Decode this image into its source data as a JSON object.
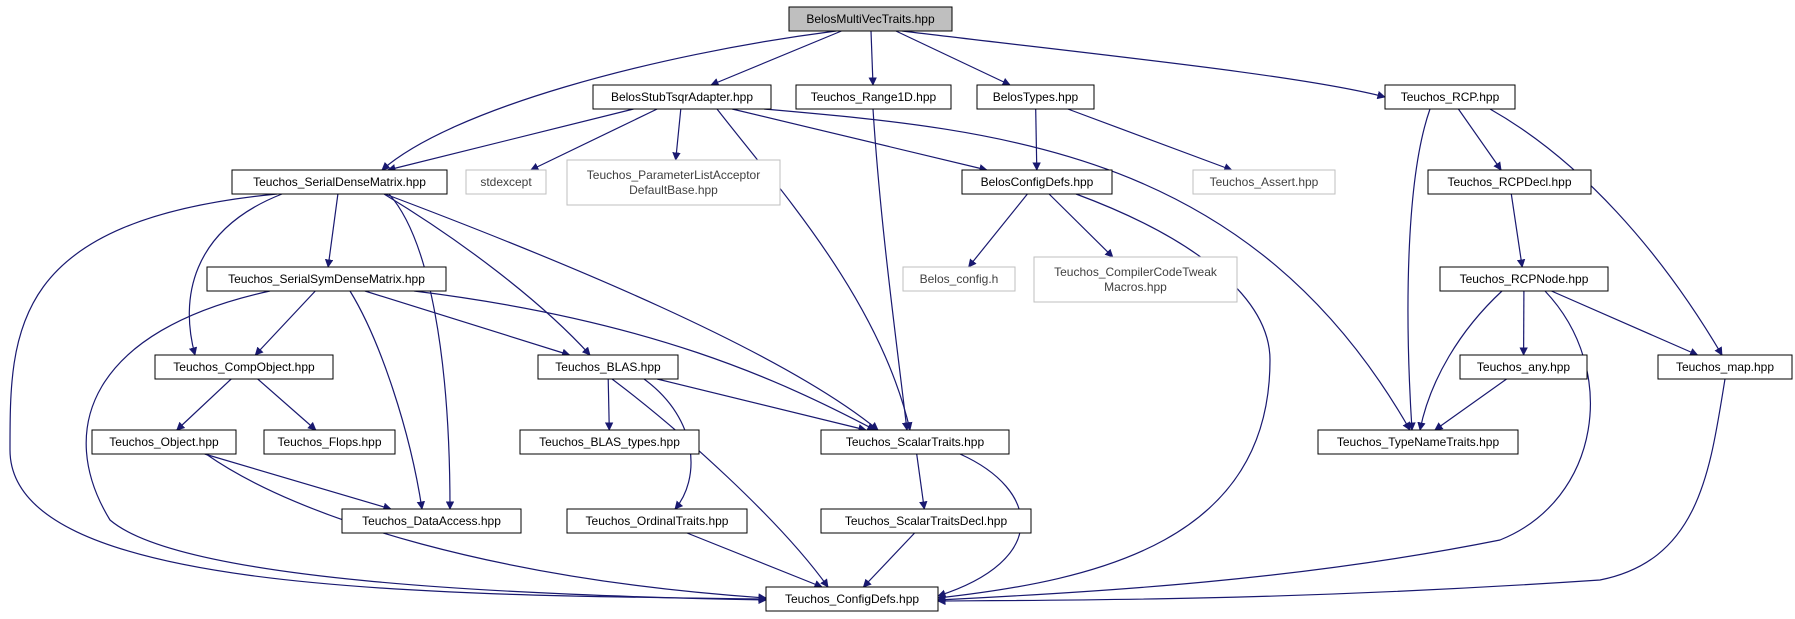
{
  "colors": {
    "edge": "#191970",
    "border_solid": "#000000",
    "border_external": "#bfbfbf",
    "text_solid": "#000000",
    "text_external": "#404040",
    "root_fill": "#bfbfbf",
    "node_fill": "#ffffff"
  },
  "graph": {
    "root": "n0",
    "nodes": [
      {
        "id": "n0",
        "lines": [
          "BelosMultiVecTraits.hpp"
        ],
        "kind": "root"
      },
      {
        "id": "n1",
        "lines": [
          "BelosStubTsqrAdapter.hpp"
        ],
        "kind": "solid"
      },
      {
        "id": "n2",
        "lines": [
          "Teuchos_Range1D.hpp"
        ],
        "kind": "solid"
      },
      {
        "id": "n3",
        "lines": [
          "BelosTypes.hpp"
        ],
        "kind": "solid"
      },
      {
        "id": "n4",
        "lines": [
          "Teuchos_RCP.hpp"
        ],
        "kind": "solid"
      },
      {
        "id": "n5",
        "lines": [
          "Teuchos_SerialDenseMatrix.hpp"
        ],
        "kind": "solid"
      },
      {
        "id": "n6",
        "lines": [
          "stdexcept"
        ],
        "kind": "external"
      },
      {
        "id": "n7",
        "lines": [
          "Teuchos_ParameterListAcceptor",
          "DefaultBase.hpp"
        ],
        "kind": "external"
      },
      {
        "id": "n8",
        "lines": [
          "BelosConfigDefs.hpp"
        ],
        "kind": "solid"
      },
      {
        "id": "n9",
        "lines": [
          "Teuchos_Assert.hpp"
        ],
        "kind": "external"
      },
      {
        "id": "n10",
        "lines": [
          "Teuchos_RCPDecl.hpp"
        ],
        "kind": "solid"
      },
      {
        "id": "n11",
        "lines": [
          "Teuchos_SerialSymDenseMatrix.hpp"
        ],
        "kind": "solid"
      },
      {
        "id": "n12",
        "lines": [
          "Belos_config.h"
        ],
        "kind": "external"
      },
      {
        "id": "n13",
        "lines": [
          "Teuchos_CompilerCodeTweak",
          "Macros.hpp"
        ],
        "kind": "external"
      },
      {
        "id": "n14",
        "lines": [
          "Teuchos_RCPNode.hpp"
        ],
        "kind": "solid"
      },
      {
        "id": "n15",
        "lines": [
          "Teuchos_CompObject.hpp"
        ],
        "kind": "solid"
      },
      {
        "id": "n16",
        "lines": [
          "Teuchos_BLAS.hpp"
        ],
        "kind": "solid"
      },
      {
        "id": "n17",
        "lines": [
          "Teuchos_any.hpp"
        ],
        "kind": "solid"
      },
      {
        "id": "n18",
        "lines": [
          "Teuchos_map.hpp"
        ],
        "kind": "solid"
      },
      {
        "id": "n19",
        "lines": [
          "Teuchos_Object.hpp"
        ],
        "kind": "solid"
      },
      {
        "id": "n20",
        "lines": [
          "Teuchos_Flops.hpp"
        ],
        "kind": "solid"
      },
      {
        "id": "n21",
        "lines": [
          "Teuchos_BLAS_types.hpp"
        ],
        "kind": "solid"
      },
      {
        "id": "n22",
        "lines": [
          "Teuchos_ScalarTraits.hpp"
        ],
        "kind": "solid"
      },
      {
        "id": "n23",
        "lines": [
          "Teuchos_TypeNameTraits.hpp"
        ],
        "kind": "solid"
      },
      {
        "id": "n24",
        "lines": [
          "Teuchos_DataAccess.hpp"
        ],
        "kind": "solid"
      },
      {
        "id": "n25",
        "lines": [
          "Teuchos_OrdinalTraits.hpp"
        ],
        "kind": "solid"
      },
      {
        "id": "n26",
        "lines": [
          "Teuchos_ScalarTraitsDecl.hpp"
        ],
        "kind": "solid"
      },
      {
        "id": "n27",
        "lines": [
          "Teuchos_ConfigDefs.hpp"
        ],
        "kind": "solid"
      }
    ],
    "edges": [
      [
        "n0",
        "n5"
      ],
      [
        "n0",
        "n1"
      ],
      [
        "n0",
        "n2"
      ],
      [
        "n0",
        "n3"
      ],
      [
        "n0",
        "n4"
      ],
      [
        "n1",
        "n5"
      ],
      [
        "n1",
        "n6"
      ],
      [
        "n1",
        "n7"
      ],
      [
        "n1",
        "n8"
      ],
      [
        "n1",
        "n22"
      ],
      [
        "n1",
        "n23"
      ],
      [
        "n2",
        "n22"
      ],
      [
        "n3",
        "n8"
      ],
      [
        "n3",
        "n9"
      ],
      [
        "n4",
        "n10"
      ],
      [
        "n4",
        "n23"
      ],
      [
        "n4",
        "n18"
      ],
      [
        "n5",
        "n27"
      ],
      [
        "n5",
        "n15"
      ],
      [
        "n5",
        "n11"
      ],
      [
        "n5",
        "n16"
      ],
      [
        "n5",
        "n24"
      ],
      [
        "n5",
        "n22"
      ],
      [
        "n8",
        "n12"
      ],
      [
        "n8",
        "n13"
      ],
      [
        "n8",
        "n27"
      ],
      [
        "n10",
        "n14"
      ],
      [
        "n11",
        "n27"
      ],
      [
        "n11",
        "n15"
      ],
      [
        "n11",
        "n24"
      ],
      [
        "n11",
        "n16"
      ],
      [
        "n11",
        "n22"
      ],
      [
        "n14",
        "n23"
      ],
      [
        "n14",
        "n17"
      ],
      [
        "n14",
        "n18"
      ],
      [
        "n14",
        "n27"
      ],
      [
        "n15",
        "n19"
      ],
      [
        "n15",
        "n20"
      ],
      [
        "n16",
        "n21"
      ],
      [
        "n16",
        "n25"
      ],
      [
        "n16",
        "n22"
      ],
      [
        "n16",
        "n27"
      ],
      [
        "n17",
        "n23"
      ],
      [
        "n18",
        "n27"
      ],
      [
        "n19",
        "n24"
      ],
      [
        "n19",
        "n27"
      ],
      [
        "n22",
        "n26"
      ],
      [
        "n22",
        "n27"
      ],
      [
        "n25",
        "n27"
      ],
      [
        "n26",
        "n27"
      ]
    ]
  }
}
